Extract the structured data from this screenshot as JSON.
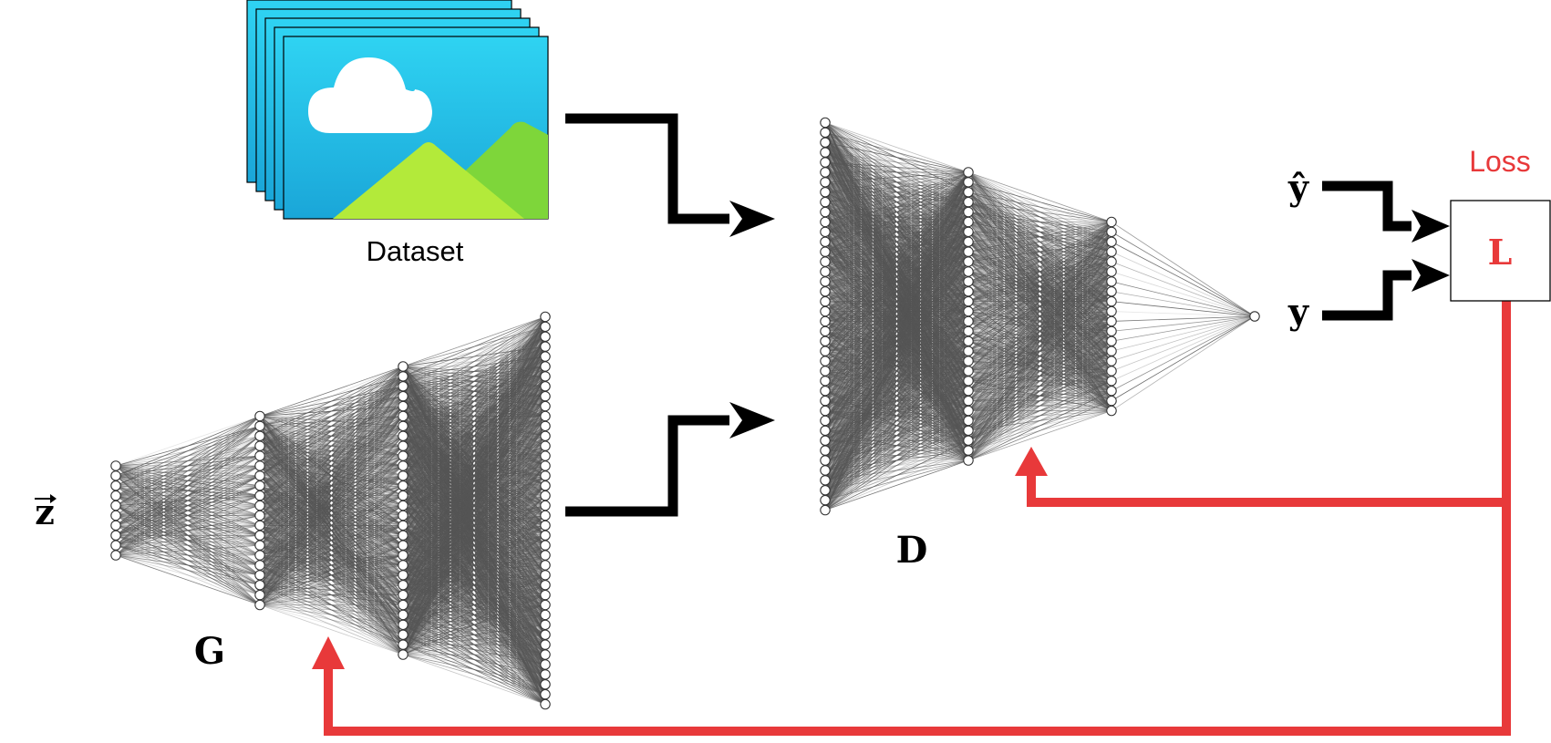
{
  "labels": {
    "dataset": "Dataset",
    "generator": "G",
    "discriminator": "D",
    "noise": "z",
    "prediction": "ŷ",
    "target": "y",
    "loss_title": "Loss",
    "loss_box": "L"
  },
  "colors": {
    "black_arrow": "#000000",
    "red_arrow": "#e8393a",
    "loss_text": "#e8393a",
    "edge": "#555555",
    "node_fill": "#ffffff",
    "node_stroke": "#333333",
    "frame_cyan": "#2fd3f2",
    "frame_cyan_dark": "#1aa3d4",
    "cloud": "#ffffff",
    "mountain_light": "#b3ea3a",
    "mountain_dark": "#7ed63a"
  },
  "networks": {
    "generator": {
      "name": "G",
      "layer_sizes": [
        10,
        20,
        30,
        40
      ]
    },
    "discriminator": {
      "name": "D",
      "layer_sizes": [
        40,
        30,
        20,
        1
      ]
    }
  }
}
